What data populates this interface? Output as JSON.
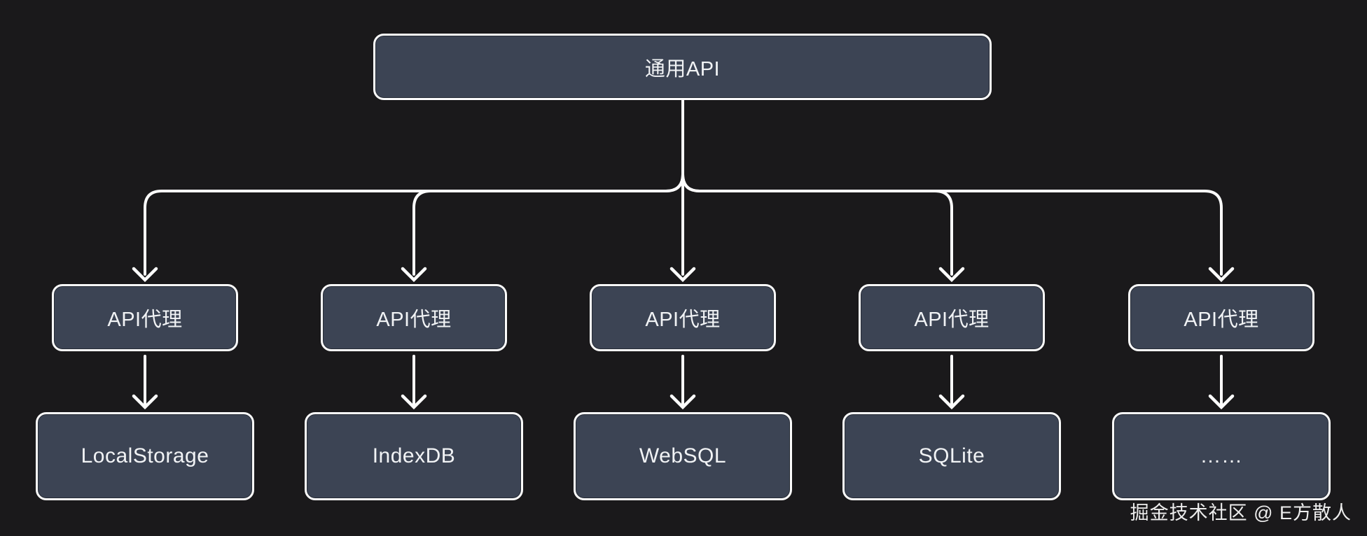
{
  "colors": {
    "background": "#1a191b",
    "node_fill": "#3c4454",
    "node_border": "#fcfcfc",
    "node_text": "#f1f3f5",
    "connector": "#fcfcfc"
  },
  "diagram": {
    "root_label": "通用API",
    "columns": [
      {
        "proxy_label": "API代理",
        "storage_label": "LocalStorage"
      },
      {
        "proxy_label": "API代理",
        "storage_label": "IndexDB"
      },
      {
        "proxy_label": "API代理",
        "storage_label": "WebSQL"
      },
      {
        "proxy_label": "API代理",
        "storage_label": "SQLite"
      },
      {
        "proxy_label": "API代理",
        "storage_label": "……"
      }
    ]
  },
  "watermark": "掘金技术社区 @ E方散人"
}
